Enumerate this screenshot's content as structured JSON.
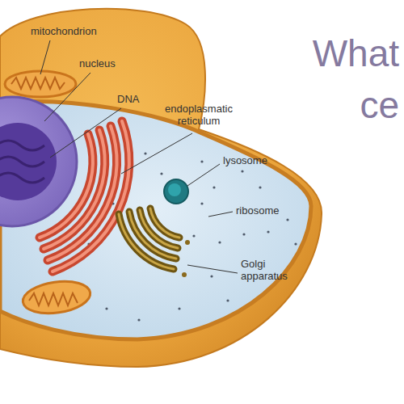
{
  "diagram": {
    "title": "What ce",
    "labels": [
      "mitochondrion",
      "nucleus",
      "DNA",
      "endoplasmatic reticulum",
      "lysosome",
      "ribosome",
      "Golgi apparatus"
    ]
  }
}
